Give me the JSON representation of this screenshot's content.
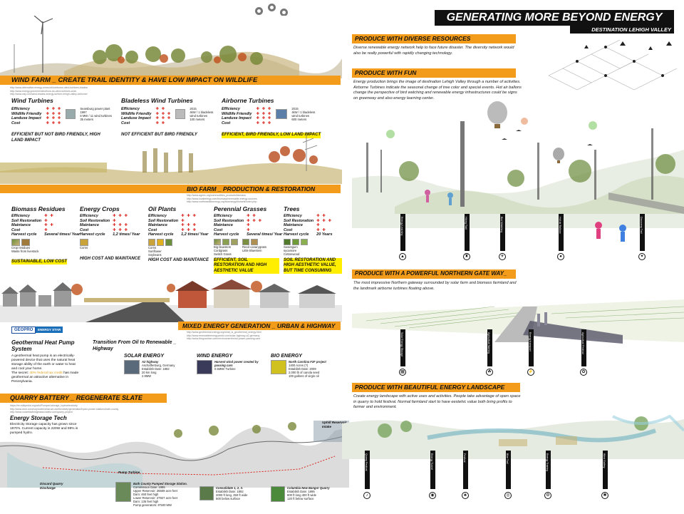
{
  "title": "GENERATING MORE BEYOND ENERGY",
  "subtitle": "DESTINATION  LEHIGH VALLEY",
  "wind": {
    "banner": "WIND FARM _ CREATE TRAIL IDENTITY & HAVE LOW IMPACT ON WILDLIFE",
    "links": [
      "http://www.alternative-energy-news.info/airborne-wind-turbines-blades/",
      "http://www.energy.gov/eere/wind/how-do-wind-turbines-work",
      "http://www.wsj.com/wind-blades-energy-turbine-lehigh-valley-airborne/"
    ],
    "rows": [
      "Efficiency",
      "Wildlife Friendly",
      "Landuse Impact",
      "Cost"
    ],
    "columns": [
      {
        "title": "Wind Turbines",
        "marks": [
          "✚ ✚ ✚",
          "✚ ✚ ✚",
          "✚ ✚ ✚",
          "✚ ✚ ✚"
        ],
        "caption": [
          "Searsburg power plant",
          "1997",
          "6 MW / 11 wind turbines",
          "35 meters"
        ],
        "note": "EFFICIENT BUT NOT BIRD FRIENDLY, HIGH LAND IMPACT",
        "highlight": false
      },
      {
        "title": "Bladeless Wind Turbines",
        "marks": [
          "✚ ✚",
          "✚ ✚ ✚",
          "✚ ✚ ✚",
          "✚ ✚"
        ],
        "caption": [
          "2015",
          "4kW / 1 bladeless",
          "wind turbines",
          "100 meters"
        ],
        "note": "NOT EFFICIENT BUT BIRD FRIENDLY",
        "highlight": false
      },
      {
        "title": "Airborne Turbines",
        "marks": [
          "✚ ✚ ✚",
          "✚ ✚ ✚",
          "✚ ✚ ✚",
          "✚ ✚ ✚"
        ],
        "caption": [
          "2015",
          "4kW / 1 bladeless",
          "wind turbines",
          "600 meters"
        ],
        "note": "EFFICIENT, BIRD FRIENDLY, LOW LAND IMPACT",
        "highlight": true
      }
    ]
  },
  "bio": {
    "banner": "BIO FARM _ PRODUCTION & RESTORATION",
    "links": [
      "http://www.agmrc.org/commodities_products/biomass",
      "http://www.localenergy.com/biomass/renewable-energy-sources",
      "http://www.northeastbioenergy.org/bioenergy/biofuels/index.php"
    ],
    "columns": [
      {
        "title": "Biomass Residues",
        "rows": [
          "Efficiency",
          "Soil Restoration",
          "Maintance",
          "Cost",
          "Harvest cycle"
        ],
        "marks": [
          "✚ ✚",
          "✚",
          "✚ ✚",
          "✚",
          ""
        ],
        "cycle": "Several times/ Year",
        "captions": [
          "Crop residues",
          "Waste from livestock"
        ],
        "note": "SUSTAINABLE, LOW COST",
        "highlight": true
      },
      {
        "title": "Energy Crops",
        "rows": [
          "Efficiency",
          "Soil Restoration",
          "Maintance",
          "Cost",
          "Harvest cycle"
        ],
        "marks": [
          "✚ ✚ ✚",
          "✚",
          "✚ ✚ ✚",
          "✚ ✚ ✚",
          ""
        ],
        "cycle": "1,2 times/ Year",
        "captions": [
          "Corns"
        ],
        "note": "HIGH COST AND MAINTANCE",
        "highlight": false
      },
      {
        "title": "Oil Plants",
        "rows": [
          "Efficiency",
          "Soil Restoration",
          "Maintance",
          "Cost",
          "Harvest cycle"
        ],
        "marks": [
          "✚ ✚ ✚",
          "✚",
          "✚ ✚ ✚",
          "✚ ✚ ✚",
          ""
        ],
        "cycle": "1,2 times/ Year",
        "captions": [
          "Corns",
          "Sunflower",
          "Soybeans"
        ],
        "note": "HIGH COST AND MAINTANCE",
        "highlight": false
      },
      {
        "title": "Perennial Grasses",
        "rows": [
          "Efficiency",
          "Soil Restoration",
          "Maintance",
          "Cost",
          "Harvest cycle"
        ],
        "marks": [
          "✚ ✚",
          "✚ ✚ ✚",
          "✚",
          "✚",
          ""
        ],
        "cycle": "Several times/ Year",
        "captions": [
          "Big bluestem",
          "Cordgrass",
          "Switch Grass",
          "Reed canarygrass",
          "Little Bluestem"
        ],
        "note": "EFFICIENT, SOIL RESTORATION AND HIGH AESTHETIC VALUE",
        "highlight": true
      },
      {
        "title": "Trees",
        "rows": [
          "Efficiency",
          "Soil Restoration",
          "Maintance",
          "Cost",
          "Harvest cycle"
        ],
        "marks": [
          "✚ ✚",
          "✚ ✚ ✚",
          "✚",
          "✚ ✚",
          ""
        ],
        "cycle": "20 Years",
        "captions": [
          "Sweetgum",
          "sycamore",
          "Cottonwood"
        ],
        "note": "SOIL RESTORATION AND HIGH AESTHETIC VALUE, BUT TIME CONSUMING",
        "highlight": true
      }
    ]
  },
  "mixed": {
    "banner": "MIXED ENERGY GENERATION _ URBAN & HIGHWAY",
    "links": [
      "http://www.geothermal-energy.org/what_is_geothermal_energy.html",
      "http://www.renewableenergyworld.com/solar-highway-a2-germany",
      "http://www.theguardian.com/environment/wind-power-passing-cars"
    ],
    "geo_title": "Geothermal Heat Pump System",
    "geo_text": "A geothermal heat pump is an electrically-powered device that uses the natural heat storage ability of the earth or water to heat and cool your home.",
    "geo_secret_prefix": "The secret: ",
    "geo_secret_hl": "40% federal tax credit",
    "geo_secret_suffix": " has made geothermal an attractive alternative in Pennsylvania.",
    "transition": "Transition From Oil to Renewable _ Highway",
    "logos": [
      "GEOPRO",
      "ENERGY STAR"
    ],
    "cards": [
      {
        "title": "SOLAR ENERGY",
        "name": "A2 highway",
        "lines": [
          "Aschaffenburg, Germany",
          "Establish Date: 1882",
          "20 km long",
          "2.9MW"
        ]
      },
      {
        "title": "WIND ENERGY",
        "name": "Harvest wind power created by passing cars",
        "lines": [
          "0.5MW/ Turbine"
        ]
      },
      {
        "title": "BIO ENERGY",
        "name": "North Carolina F2F project",
        "lines": [
          "1400 Acres (?)",
          "Establish Date: 2009",
          "2,000 lb of canola seed",
          "100 gallons of virgin oil"
        ]
      }
    ]
  },
  "quarry": {
    "banner": "QUARRY BATTERY _ REGENERATE SLATE",
    "links": [
      "https://en.wikipedia.org/wiki/Pumped-storage_hydroelectricity",
      "http://www.dom.com/corporate/what-we-do/electricity/generation/hydro-power-stations/bath-county",
      "http://www.columbiabridgeassociates.com/quarry-project"
    ],
    "tech_title": "Energy Storage Tech",
    "tech_text": "Electricity Storage capacity has grown since 1970's. Current capacity is 220W and 99% is pumped hydro.",
    "labels": [
      "Uphill Reservoir Intake",
      "Pump Turbine",
      "Discard Quarry Discharge"
    ],
    "cards": [
      {
        "title": "Bath County Pumped Storage Station.",
        "lines": [
          "Commission Date: 1985",
          "Upper Reservoir: 26509 acre feet",
          "Dam: 460 feet high",
          "Lower Reservoir: 27927 acre feet",
          "Dam: 135 feet high",
          "Pump generators: 6*500 MW"
        ]
      },
      {
        "title": "Consolidate 1, 2, 3.",
        "lines": [
          "Establish Date: 1892",
          "2000 ft long, 250 ft wide",
          "500 below surface"
        ]
      },
      {
        "title": "Columbia New Bangor Quarry",
        "lines": [
          "Establish Date: 1895",
          "800 ft long 400 ft wide",
          "120 ft below surface"
        ]
      }
    ]
  },
  "right": {
    "sections": [
      {
        "banner": "PRODUCE WITH DIVERSE RESOURCES",
        "text": "Diverse renewable energy network help to face future disaster. The diversity network would also be really powerful with rapidly changing technology."
      },
      {
        "banner": "PRODUCE WITH FUN",
        "text": "Energy production brings the image of destination Lehigh Valley through a number of activities. Airborne Turbines indicate the seasonal change of tree color and special events. Hot air ballons change the perspective of bird watching and renewable energy infrastructures could be signs on greenway and also energy learning center."
      },
      {
        "banner": "PRODUCE WITH A POWERFUL NORTHERN GATE WAY_",
        "text": "The most impressive Northern gateway surrounded by solar farm and biomass farmland and the landmark airborne turbines floating above."
      },
      {
        "banner": "PRODUCE WITH BEAUTIFUL ENERGY LANDSCAPE",
        "text": "Create energy landscape with active uses and activities. People take advantage of open space in quarry to hold festival. Normal farmland start to have eestehic value both bring profits to farmer and environment."
      }
    ],
    "fun_labels": [
      "Energy Learning",
      "Hiking Trail",
      "Bird Watching",
      "Hot air Balloon",
      "Discovery Trail"
    ],
    "gate_labels": [
      "Solar Energy Storage",
      "Agriculture farming",
      "Energy transport",
      "Agriculture Festival"
    ],
    "land_labels": [
      "Quarry Festival",
      "Energy Tunnel",
      "Festival",
      "Bike Trail",
      "Energy Training",
      "Wind Gallery"
    ]
  }
}
